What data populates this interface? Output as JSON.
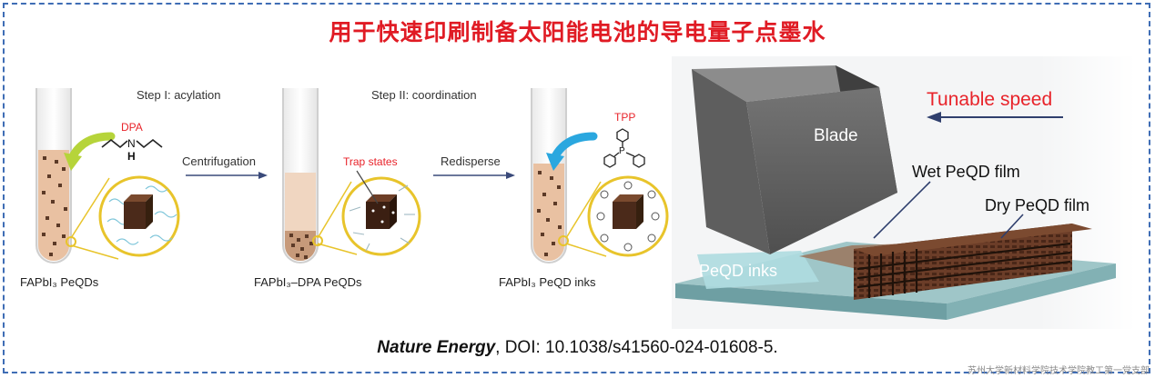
{
  "title": "用于快速印刷制备太阳能电池的导电量子点墨水",
  "scheme": {
    "step1": "Step I: acylation",
    "step2": "Step II: coordination",
    "arrow1": "Centrifugation",
    "arrow2": "Redisperse",
    "dpa": "DPA",
    "tpp": "TPP",
    "trap": "Trap states",
    "amine_h": "H",
    "amine_n": "N",
    "phos_p": "P",
    "tube1_label": "FAPbI₃ PeQDs",
    "tube2_label": "FAPbI₃–DPA PeQDs",
    "tube3_label": "FAPbI₃ PeQD inks"
  },
  "device": {
    "tunable": "Tunable speed",
    "blade": "Blade",
    "wet": "Wet PeQD film",
    "dry": "Dry PeQD film",
    "inks": "PeQD inks"
  },
  "citation": {
    "journal": "Nature Energy",
    "rest": ", DOI: 10.1038/s41560-024-01608-5."
  },
  "watermark": "苏州大学新材料学院技术学院教工第一党支部",
  "colors": {
    "title": "#e01b24",
    "accent_red": "#e8232a",
    "liquid": "#e9c1a2",
    "circle": "#e8c42b",
    "green_arrow": "#b6d43a",
    "blue_arrow": "#2aa7df",
    "film": "#5a3322"
  }
}
